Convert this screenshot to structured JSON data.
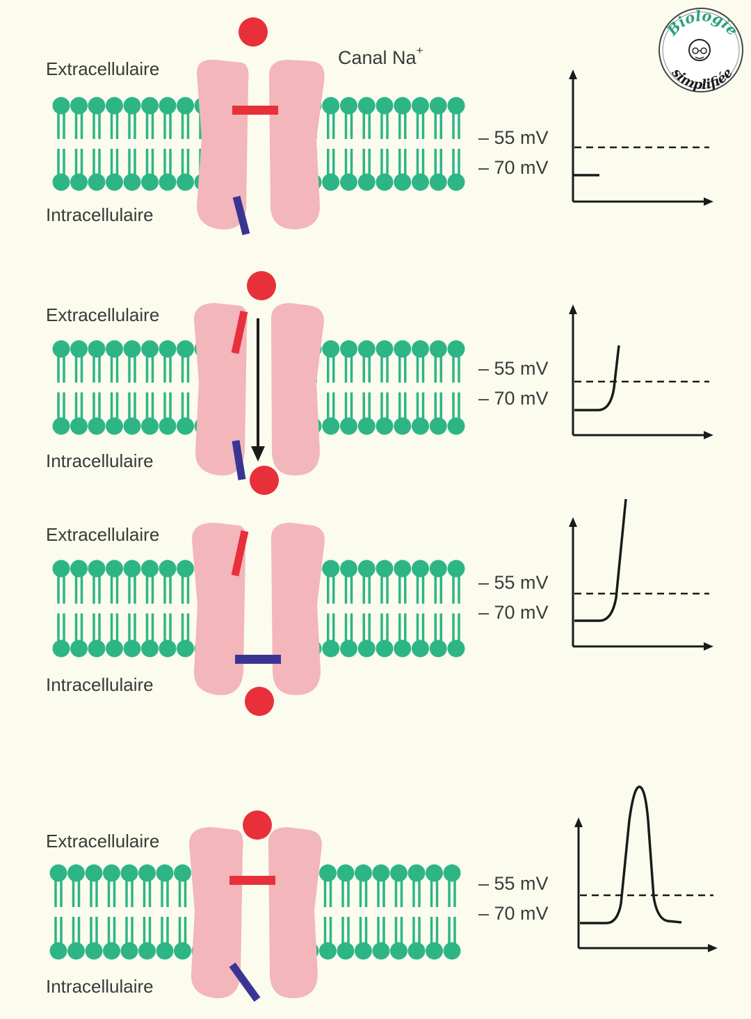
{
  "labels": {
    "canal": "Canal Na",
    "canal_sup": "+",
    "extra": "Extracellulaire",
    "intra": "Intracellulaire",
    "mv55": "– 55 mV",
    "mv70": "– 70 mV"
  },
  "logo": {
    "top_text": "Biologie",
    "bottom_text": "simplifiée"
  },
  "colors": {
    "background": "#fbfbee",
    "membrane": "#2db585",
    "channel": "#f2b6bb",
    "ion": "#e8303a",
    "activation_gate": "#e8303a",
    "inactivation_gate": "#3a3595",
    "axes": "#1a1a1a"
  },
  "panels": [
    {
      "stage": "resting",
      "activation_gate": "closed",
      "inactivation_gate": "open",
      "ion": "outside",
      "arrow": false,
      "graph": "baseline"
    },
    {
      "stage": "activation",
      "activation_gate": "open",
      "inactivation_gate": "open",
      "ion": "entering",
      "arrow": true,
      "graph": "rising"
    },
    {
      "stage": "inactivation",
      "activation_gate": "open",
      "inactivation_gate": "closed",
      "ion": "inside",
      "arrow": false,
      "graph": "depolarized"
    },
    {
      "stage": "reset",
      "activation_gate": "closed",
      "inactivation_gate": "open",
      "ion": "outside",
      "arrow": false,
      "graph": "action-potential"
    }
  ]
}
